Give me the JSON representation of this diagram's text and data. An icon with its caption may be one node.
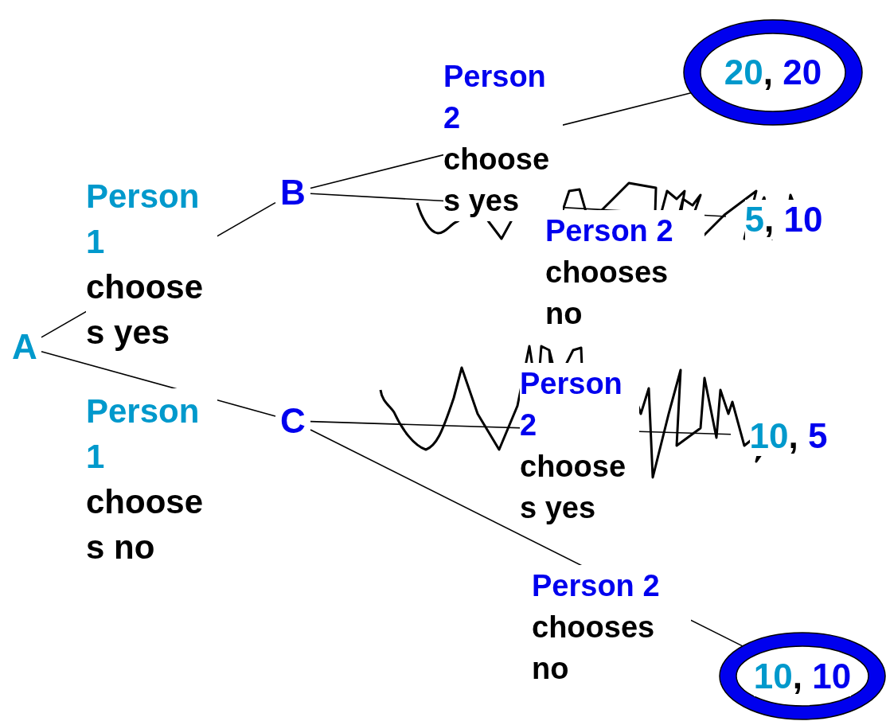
{
  "diagram": {
    "nodes": [
      {
        "text": [
          "A"
        ]
      },
      {
        "text": [
          "B"
        ]
      },
      {
        "text": [
          "C"
        ]
      },
      {
        "text": [
          "20, 20"
        ]
      },
      {
        "text": [
          "5, 10"
        ]
      },
      {
        "text": [
          "10, 5"
        ]
      },
      {
        "text": [
          "10, 10"
        ]
      }
    ],
    "edges": [
      {
        "from": 0,
        "to": 1,
        "arrow": "none",
        "label": "Person 1 chooses yes"
      },
      {
        "from": 0,
        "to": 2,
        "arrow": "none",
        "label": "Person 1 chooses no"
      },
      {
        "from": 1,
        "to": 3,
        "arrow": "none",
        "label": "Person 2 chooses yes"
      },
      {
        "from": 1,
        "to": 4,
        "arrow": "none",
        "label": "Person 2 chooses no"
      },
      {
        "from": 2,
        "to": 5,
        "arrow": "none",
        "label": "Person 2 chooses yes"
      },
      {
        "from": 2,
        "to": 6,
        "arrow": "none",
        "label": "Person 2 chooses no"
      }
    ]
  }
}
